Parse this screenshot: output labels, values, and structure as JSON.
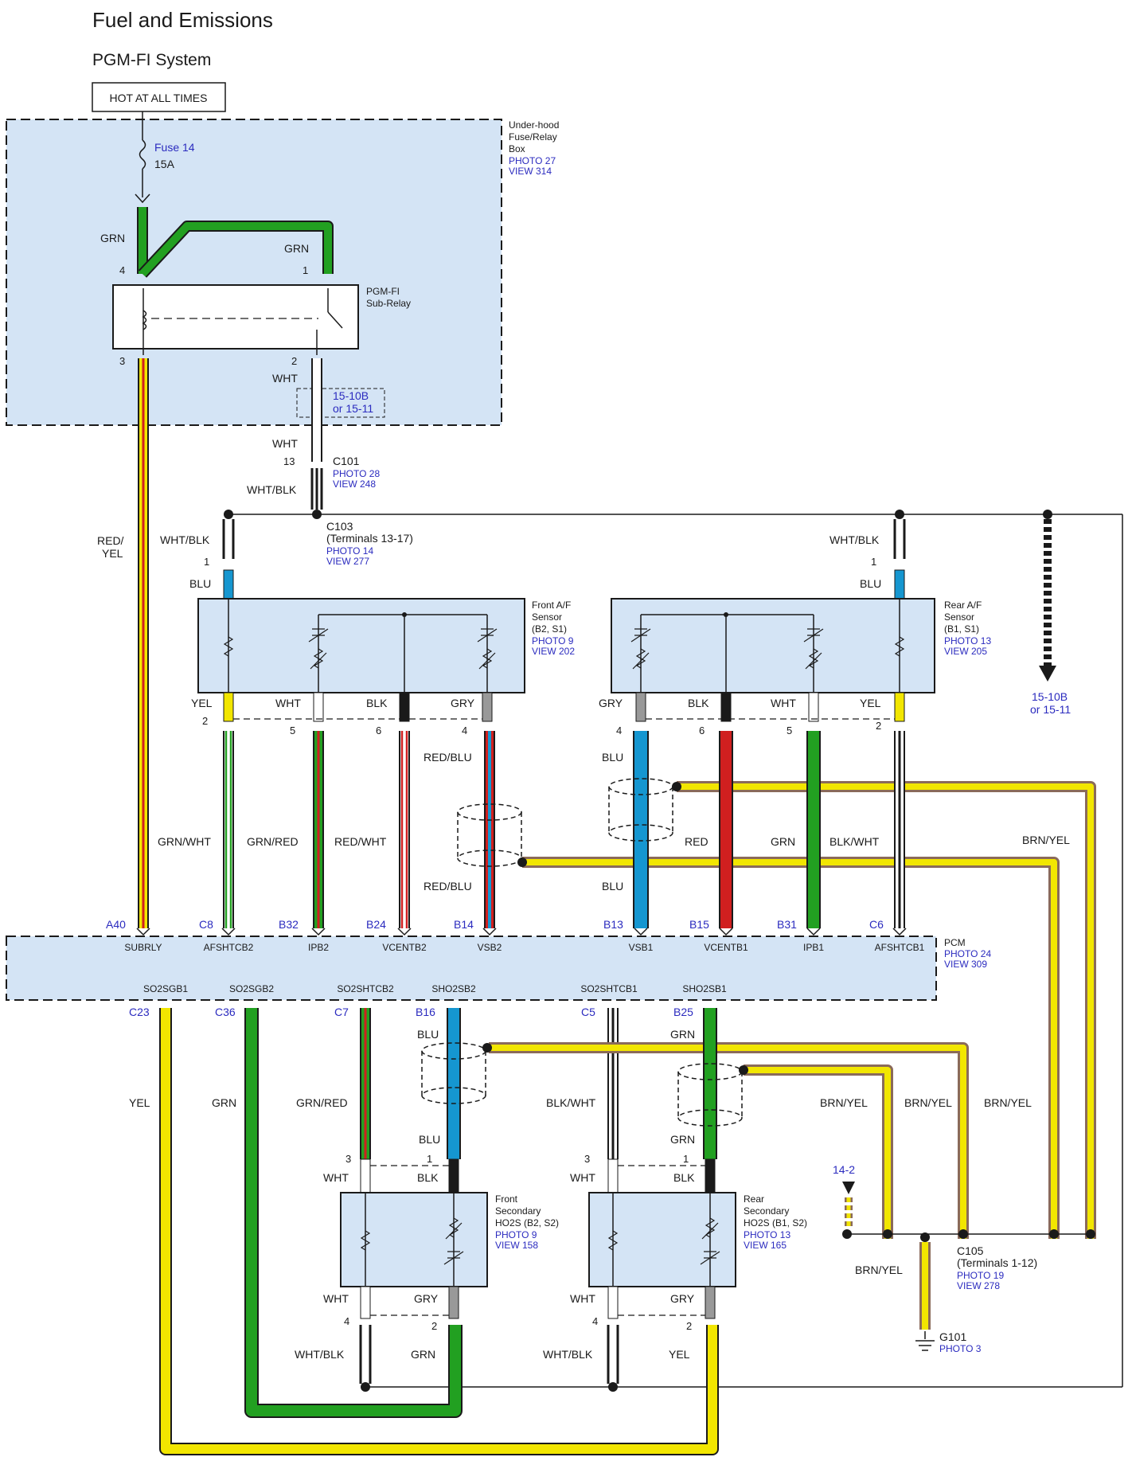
{
  "header": {
    "title": "Fuel and Emissions",
    "subtitle": "PGM-FI System",
    "hot_label": "HOT AT ALL TIMES"
  },
  "fuse_box": {
    "name": [
      "Under-hood",
      "Fuse/Relay",
      "Box"
    ],
    "photo": "PHOTO 27",
    "view": "VIEW 314",
    "fuse_name": "Fuse 14",
    "fuse_rating": "15A"
  },
  "relay": {
    "name": [
      "PGM-FI",
      "Sub-Relay"
    ],
    "pin4": "4",
    "pin1": "1",
    "pin3": "3",
    "pin2": "2",
    "wire4": "GRN",
    "wire1": "GRN",
    "wire2": "WHT"
  },
  "ref1": {
    "a": "15-10B",
    "b": "or 15-11"
  },
  "c101": {
    "wire_top": "WHT",
    "pin": "13",
    "name": "C101",
    "photo": "PHOTO 28",
    "view": "VIEW 248",
    "wire_bottom": "WHT/BLK"
  },
  "c103": {
    "name": "C103",
    "terms": "(Terminals 13-17)",
    "photo": "PHOTO 14",
    "view": "VIEW 277"
  },
  "ref2": {
    "a": "15-10B",
    "b": "or 15-11"
  },
  "red_yel": {
    "line1": "RED/",
    "line2": "YEL"
  },
  "front_af": {
    "name": [
      "Front A/F",
      "Sensor",
      "(B2, S1)"
    ],
    "photo": "PHOTO 9",
    "view": "VIEW 202",
    "top_wire": "WHT/BLK",
    "top_pin": "1",
    "blu": "BLU",
    "labels": [
      "YEL",
      "WHT",
      "BLK",
      "GRY"
    ],
    "pins": [
      "2",
      "5",
      "6",
      "4"
    ]
  },
  "rear_af": {
    "name": [
      "Rear A/F",
      "Sensor",
      "(B1, S1)"
    ],
    "photo": "PHOTO 13",
    "view": "VIEW 205",
    "top_wire": "WHT/BLK",
    "top_pin": "1",
    "blu": "BLU",
    "labels": [
      "GRY",
      "BLK",
      "WHT",
      "YEL"
    ],
    "pins": [
      "4",
      "6",
      "5",
      "2"
    ]
  },
  "mid_wires": {
    "grn_wht": "GRN/WHT",
    "grn_red": "GRN/RED",
    "red_wht": "RED/WHT",
    "red_blu_top": "RED/BLU",
    "red_blu_bot": "RED/BLU",
    "blu_top": "BLU",
    "blu_bot": "BLU",
    "red": "RED",
    "grn": "GRN",
    "blk_wht": "BLK/WHT",
    "brn_yel": "BRN/YEL"
  },
  "pcm": {
    "name": "PCM",
    "photo": "PHOTO 24",
    "view": "VIEW 309",
    "top_pins": [
      "A40",
      "C8",
      "B32",
      "B24",
      "B14",
      "B13",
      "B15",
      "B31",
      "C6"
    ],
    "top_terms": [
      "SUBRLY",
      "AFSHTCB2",
      "IPB2",
      "VCENTB2",
      "VSB2",
      "VSB1",
      "VCENTB1",
      "IPB1",
      "AFSHTCB1"
    ],
    "bot_terms": [
      "SO2SGB1",
      "SO2SGB2",
      "SO2SHTCB2",
      "SHO2SB2",
      "SO2SHTCB1",
      "SHO2SB1"
    ],
    "bot_pins": [
      "C23",
      "C36",
      "C7",
      "B16",
      "C5",
      "B25"
    ]
  },
  "lower_wires": {
    "yel": "YEL",
    "grn": "GRN",
    "grn_red": "GRN/RED",
    "blu_top": "BLU",
    "blu_bot": "BLU",
    "blk_wht": "BLK/WHT",
    "grn_top": "GRN",
    "grn_bot": "GRN",
    "brn_yel_1": "BRN/YEL",
    "brn_yel_2": "BRN/YEL",
    "brn_yel_3": "BRN/YEL",
    "brn_yel_4": "BRN/YEL"
  },
  "front_ho2s": {
    "name": [
      "Front",
      "Secondary",
      "HO2S (B2, S2)"
    ],
    "photo": "PHOTO 9",
    "view": "VIEW 158",
    "pin3": "3",
    "pin1": "1",
    "wht": "WHT",
    "blk": "BLK",
    "wht_bot": "WHT",
    "gry": "GRY",
    "pin4": "4",
    "pin2": "2",
    "wht_blk": "WHT/BLK",
    "grn": "GRN"
  },
  "rear_ho2s": {
    "name": [
      "Rear",
      "Secondary",
      "HO2S (B1, S2)"
    ],
    "photo": "PHOTO 13",
    "view": "VIEW 165",
    "pin3": "3",
    "pin1": "1",
    "wht": "WHT",
    "blk": "BLK",
    "wht_bot": "WHT",
    "gry": "GRY",
    "pin4": "4",
    "pin2": "2",
    "wht_blk": "WHT/BLK",
    "yel": "YEL"
  },
  "c105": {
    "name": "C105",
    "terms": "(Terminals 1-12)",
    "photo": "PHOTO 19",
    "view": "VIEW 278",
    "ref": "14-2"
  },
  "g101": {
    "name": "G101",
    "photo": "PHOTO 3"
  }
}
